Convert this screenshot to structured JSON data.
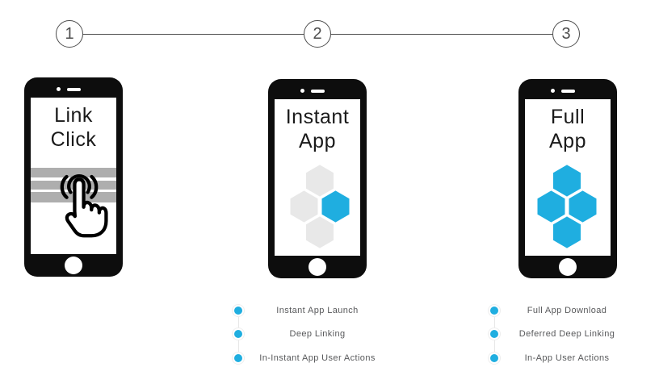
{
  "diagram": {
    "steps": [
      "1",
      "2",
      "3"
    ],
    "phones": [
      {
        "title_line1": "Link",
        "title_line2": "Click",
        "icon": "tap-hand-icon"
      },
      {
        "title_line1": "Instant",
        "title_line2": "App",
        "icon": "hexagon-cluster-one-active-icon"
      },
      {
        "title_line1": "Full",
        "title_line2": "App",
        "icon": "hexagon-cluster-all-active-icon"
      }
    ],
    "lists": [
      {
        "items": [
          "Instant App Launch",
          "Deep Linking",
          "In-Instant App User Actions"
        ]
      },
      {
        "items": [
          "Full App Download",
          "Deferred Deep Linking",
          "In-App User Actions"
        ]
      }
    ],
    "colors": {
      "accent_blue": "#1FAEE0",
      "hex_inactive_gray": "#E8E8E8",
      "link_bar_gray": "#AEAEAE",
      "list_text_gray": "#58595B",
      "outline_dark": "#4D4D4D",
      "phone_black": "#0D0D0D"
    }
  }
}
